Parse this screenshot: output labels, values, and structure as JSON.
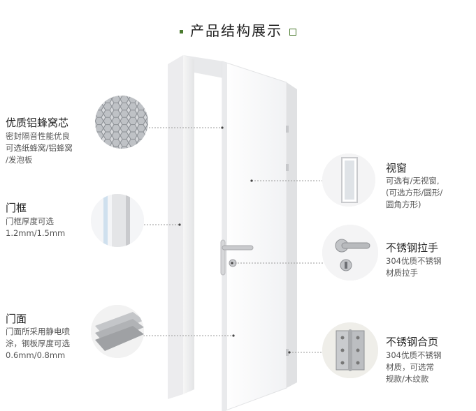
{
  "title": "产品结构展示",
  "features": {
    "honeycomb": {
      "label": "优质铝蜂窝芯",
      "desc": [
        "密封隔音性能优良",
        "可选纸蜂窝/铝蜂窝",
        "/发泡板"
      ]
    },
    "frame": {
      "label": "门框",
      "desc": [
        "门框厚度可选",
        "1.2mm/1.5mm"
      ]
    },
    "panel": {
      "label": "门面",
      "desc": [
        "门面所采用静电喷",
        "涂，钢板厚度可选",
        "0.6mm/0.8mm"
      ]
    },
    "window": {
      "label": "视窗",
      "desc": [
        "可选有/无视窗,",
        "(可选方形/圆形/",
        "圆角方形)"
      ]
    },
    "handle": {
      "label": "不锈钢拉手",
      "desc": [
        "304优质不锈钢",
        "材质拉手"
      ]
    },
    "hinge": {
      "label": "不锈钢合页",
      "desc": [
        "304优质不锈钢",
        "材质，可选常",
        "规款/木纹款"
      ]
    }
  }
}
